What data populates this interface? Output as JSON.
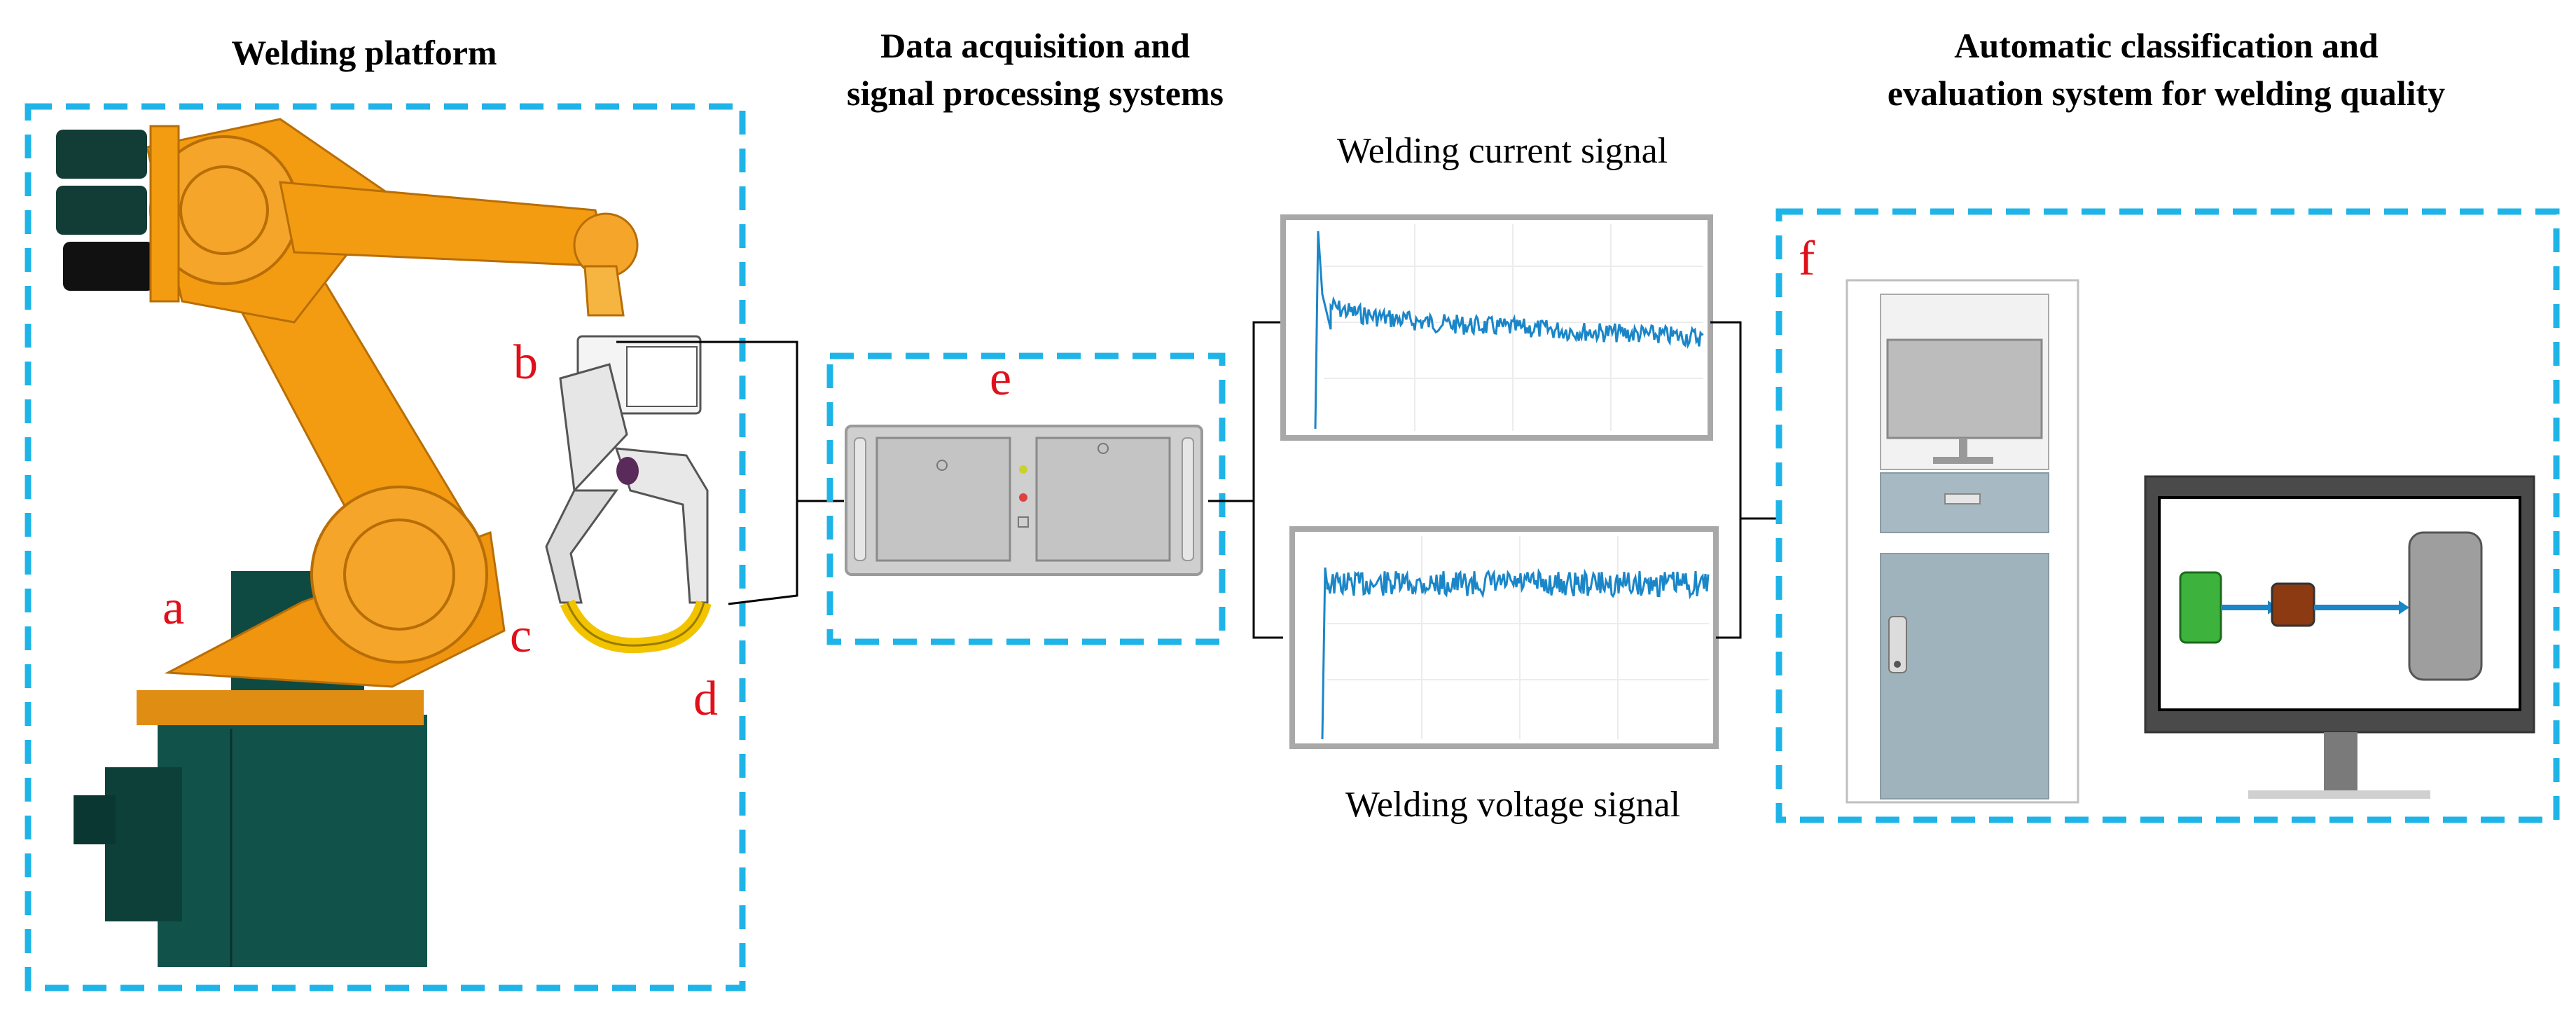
{
  "sections": {
    "welding_platform": {
      "title": "Welding platform"
    },
    "data_acquisition": {
      "title_line1": "Data acquisition and",
      "title_line2": "signal processing systems"
    },
    "classification": {
      "title_line1": "Automatic classification and",
      "title_line2": "evaluation system for welding quality"
    }
  },
  "labels": {
    "a": "a",
    "b": "b",
    "c": "c",
    "d": "d",
    "e": "e",
    "f": "f"
  },
  "signals": {
    "current": {
      "caption": "Welding current signal"
    },
    "voltage": {
      "caption": "Welding voltage signal"
    }
  },
  "colors": {
    "dashed_box": "#1fb4e8",
    "label_red": "#e0101a",
    "robot_orange": "#f39c12",
    "robot_base": "#0f4a42",
    "signal_blue": "#1a86c8",
    "cabinet_teal": "#9fb3bc",
    "monitor_green": "#3db33d",
    "monitor_brown": "#8b3a12",
    "monitor_gray": "#9e9e9e"
  }
}
